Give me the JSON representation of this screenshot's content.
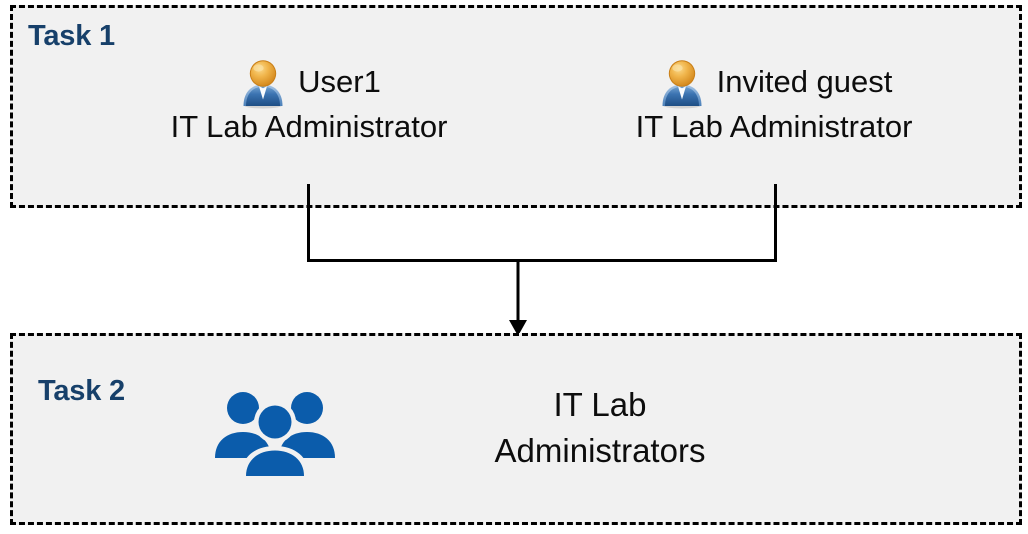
{
  "diagram": {
    "background_color": "#FFFFFF",
    "box_fill_color": "#F1F1F1",
    "box_border_color": "#000000",
    "label_color": "#17406A",
    "text_color": "#0D0D0D",
    "group_icon_color": "#0B5CAB",
    "user_icon_head_color": "#E8A33D",
    "user_icon_body_color": "#2E6DA4"
  },
  "task1": {
    "label": "Task 1",
    "members": [
      {
        "icon": "user-icon",
        "name": "User1",
        "role": "IT Lab Administrator"
      },
      {
        "icon": "user-icon",
        "name": "Invited guest",
        "role": "IT Lab Administrator"
      }
    ]
  },
  "task2": {
    "label": "Task 2",
    "group": {
      "icon": "group-icon",
      "name": "IT Lab\nAdministrators"
    }
  },
  "connector": {
    "type": "merge-arrow",
    "description": "Two vertical lines from the Task 1 members merge into a horizontal bar and a single downward arrow into Task 2",
    "color": "#000000"
  }
}
